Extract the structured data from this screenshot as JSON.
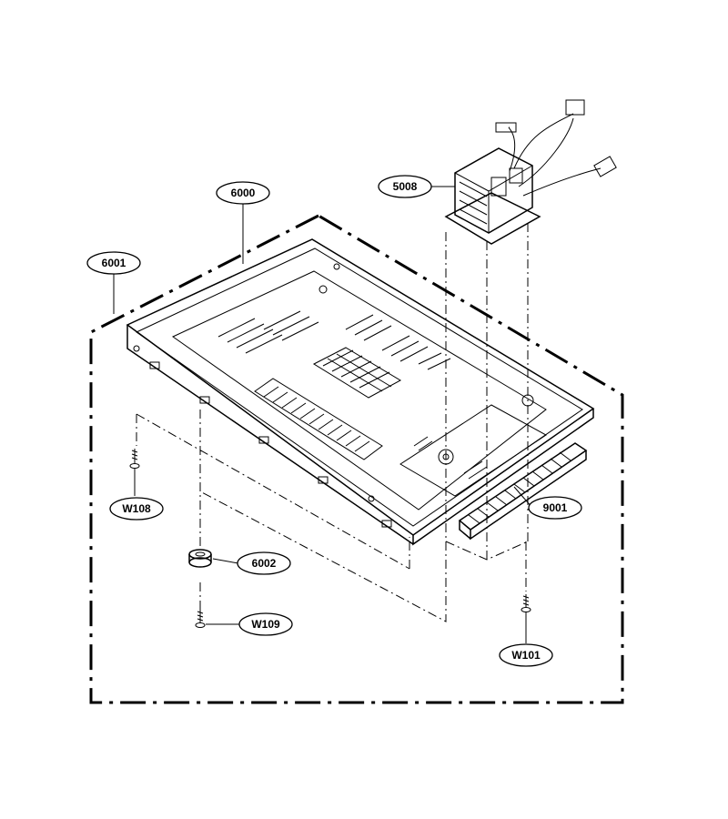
{
  "callouts": [
    {
      "id": "6000",
      "label": "6000"
    },
    {
      "id": "6001",
      "label": "6001"
    },
    {
      "id": "5008",
      "label": "5008"
    },
    {
      "id": "9001",
      "label": "9001"
    },
    {
      "id": "W108",
      "label": "W108"
    },
    {
      "id": "6002",
      "label": "6002"
    },
    {
      "id": "W109",
      "label": "W109"
    },
    {
      "id": "W101",
      "label": "W101"
    }
  ],
  "colors": {
    "line": "#000000",
    "background": "#ffffff"
  }
}
